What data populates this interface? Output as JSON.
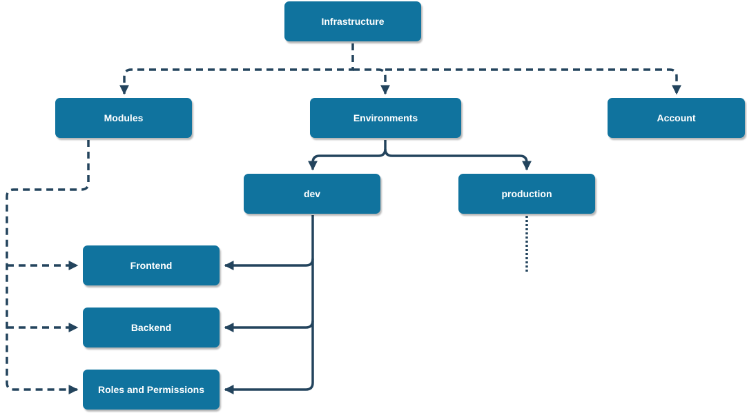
{
  "colors": {
    "node_fill": "#10739e",
    "connector": "#23445d",
    "text": "#ffffff"
  },
  "nodes": {
    "infrastructure": "Infrastructure",
    "modules": "Modules",
    "environments": "Environments",
    "account": "Account",
    "dev": "dev",
    "production": "production",
    "frontend": "Frontend",
    "backend": "Backend",
    "roles_permissions": "Roles and Permissions"
  }
}
